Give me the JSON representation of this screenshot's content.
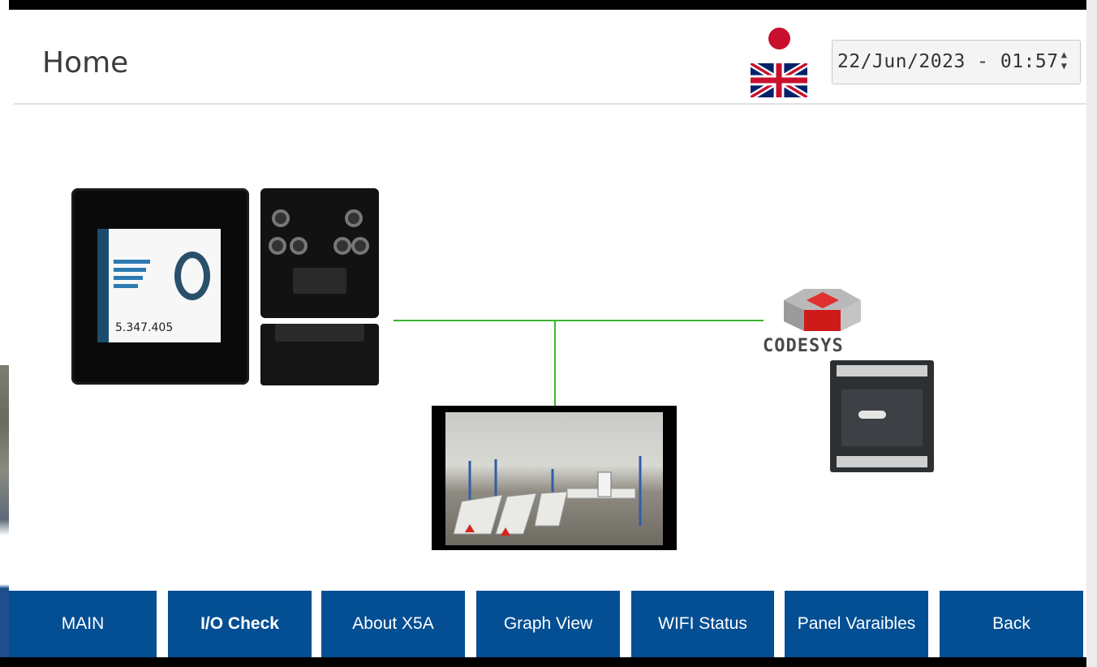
{
  "header": {
    "title": "Home",
    "language_icon": "uk-flag-icon",
    "datetime": "22/Jun/2023 - 01:57",
    "spinner_up": "▲",
    "spinner_down": "▼"
  },
  "diagram": {
    "hmi_counter": "5.347.405",
    "codesys_label": "CODESYS",
    "link_color": "#3cb52f"
  },
  "nav": [
    {
      "label": "MAIN"
    },
    {
      "label": "I/O Check"
    },
    {
      "label": "About X5A"
    },
    {
      "label": "Graph View"
    },
    {
      "label": "WIFI Status"
    },
    {
      "label": "Panel Varaibles"
    },
    {
      "label": "Back"
    }
  ],
  "colors": {
    "nav_bg": "#044f93",
    "accent_red": "#c8102e"
  }
}
